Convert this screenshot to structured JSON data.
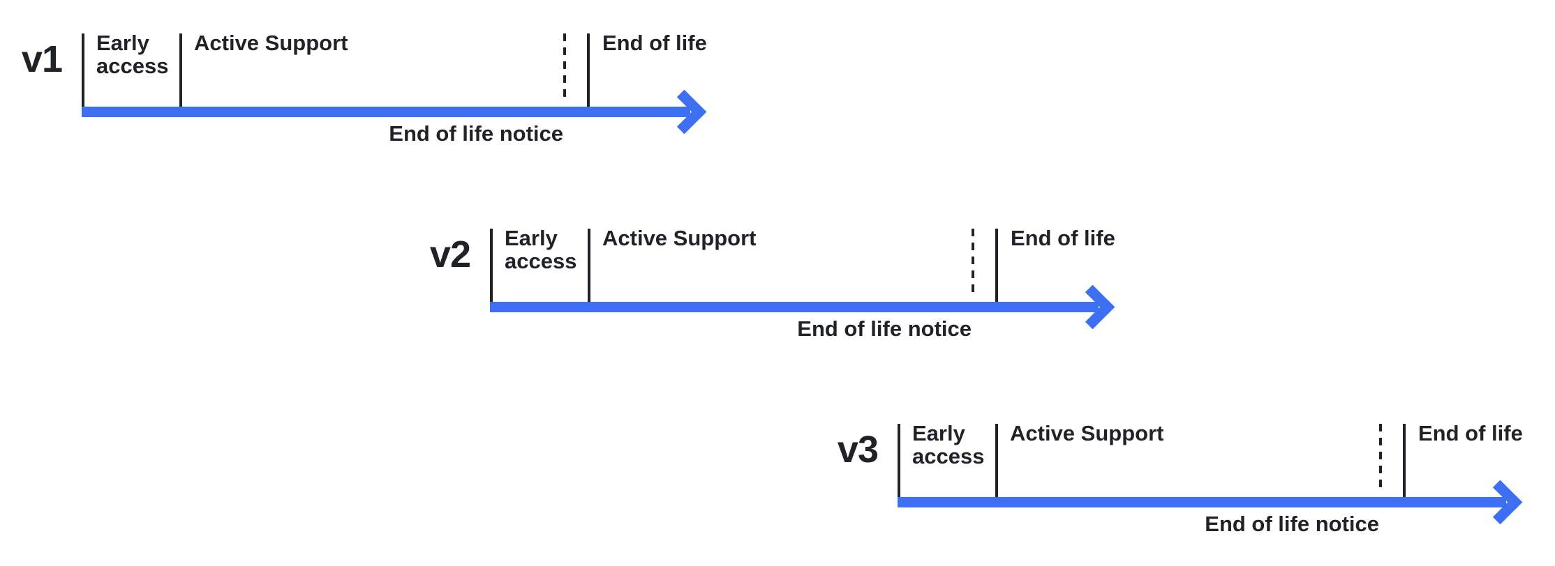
{
  "colors": {
    "arrow_blue": "#3D6FF2",
    "ink": "#1F2227",
    "background": "#ffffff"
  },
  "timelines": [
    {
      "version": "v1",
      "phases": {
        "early_access": "Early access",
        "active_support": "Active Support",
        "end_of_life": "End of life"
      },
      "notice": "End of life notice"
    },
    {
      "version": "v2",
      "phases": {
        "early_access": "Early access",
        "active_support": "Active Support",
        "end_of_life": "End of life"
      },
      "notice": "End of life notice"
    },
    {
      "version": "v3",
      "phases": {
        "early_access": "Early access",
        "active_support": "Active Support",
        "end_of_life": "End of life"
      },
      "notice": "End of life notice"
    }
  ]
}
